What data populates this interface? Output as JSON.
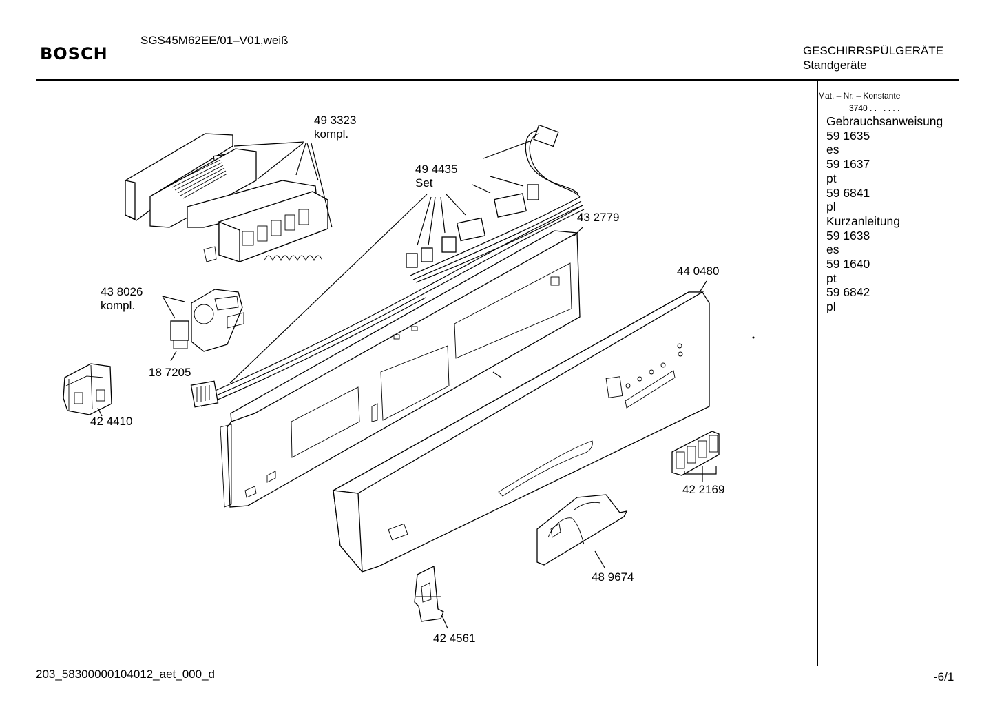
{
  "header": {
    "brand": "BOSCH",
    "model": "SGS45M62EE/01–V01,weiß",
    "category_line1": "GESCHIRRSPÜLGERÄTE",
    "category_line2": "Standgeräte"
  },
  "sidebar": {
    "mat_label": "Mat. – Nr. – Konstante",
    "mat_value": "3740",
    "mat_dots": ". .   . . . .",
    "items": [
      "Gebrauchsanweisung",
      "59 1635",
      "es",
      "59 1637",
      "pt",
      "59 6841",
      "pl",
      "Kurzanleitung",
      "59 1638",
      "es",
      "59 1640",
      "pt",
      "59 6842",
      "pl"
    ]
  },
  "labels": {
    "p493323_num": "49 3323",
    "p493323_sub": "kompl.",
    "p494435_num": "49 4435",
    "p494435_sub": "Set",
    "p432779": "43 2779",
    "p440480": "44 0480",
    "p438026_num": "43 8026",
    "p438026_sub": "kompl.",
    "p187205": "18 7205",
    "p424410": "42 4410",
    "p422169": "42 2169",
    "p489674": "48 9674",
    "p424561": "42 4561"
  },
  "footer": {
    "doc_id": "203_58300000104012_aet_000_d",
    "page": "-6/1"
  }
}
